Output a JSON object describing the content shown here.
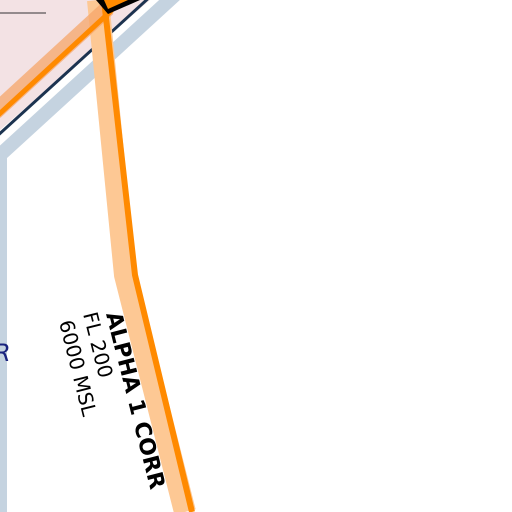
{
  "map": {
    "corridor": {
      "name": "ALPHA 1 CORR",
      "upper_limit": "FL 200",
      "lower_limit": "6000 MSL"
    },
    "edge_label": "R",
    "colors": {
      "corridor_line": "#ff8a00",
      "corridor_buffer": "#fdc894",
      "airspace_fill": "#f3e2e4",
      "airspace_border": "#1c3350",
      "airspace_buffer": "#c5d3e0",
      "label_blue": "#1a237e"
    }
  }
}
